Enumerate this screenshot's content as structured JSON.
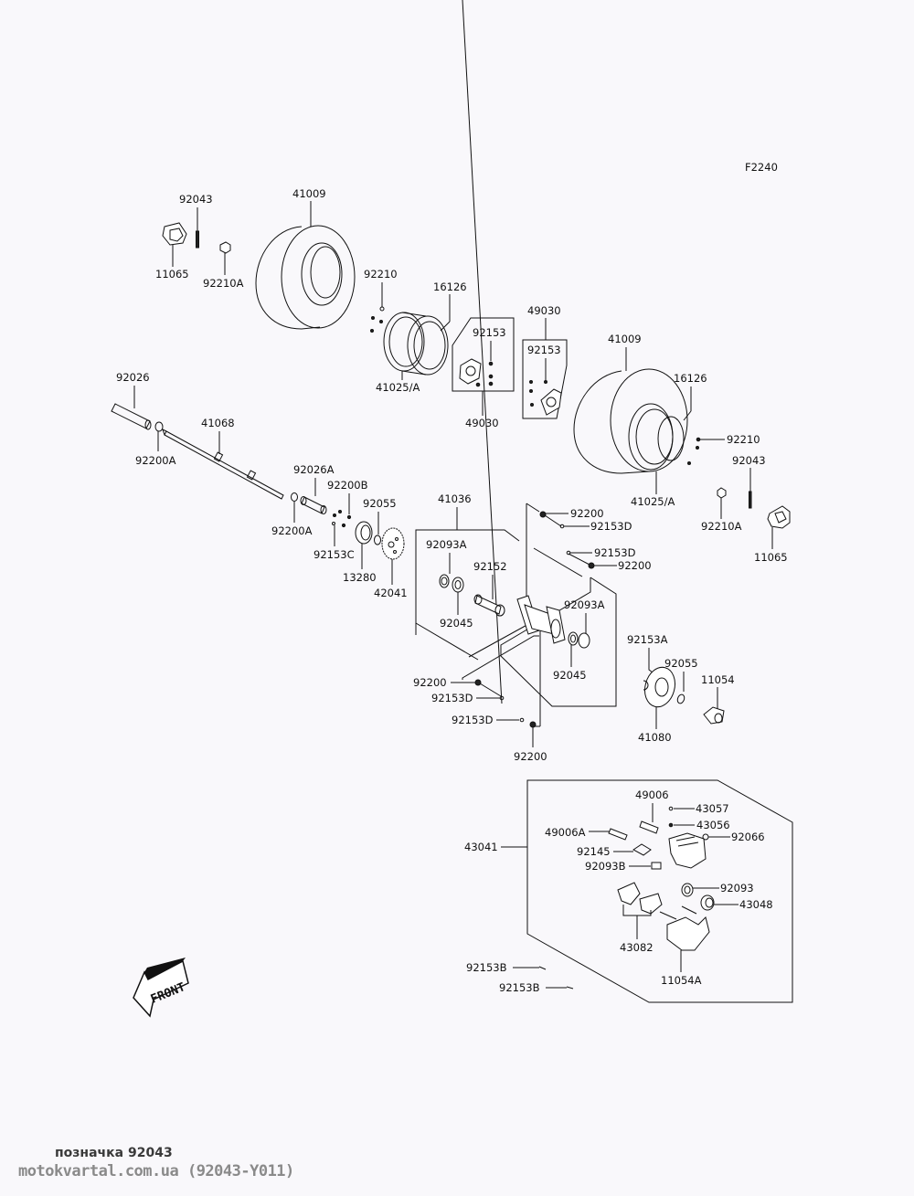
{
  "diagram": {
    "code": "F2240",
    "front_label": "FRONT",
    "labels": {
      "p92043_l": "92043",
      "p11065_l": "11065",
      "p92210A_l": "92210A",
      "p41009_l": "41009",
      "p92210_l": "92210",
      "p16126_l": "16126",
      "p41025A_l": "41025/A",
      "p92153_box1": "92153",
      "p49030_box1": "49030",
      "p49030_top": "49030",
      "p92153_box2": "92153",
      "p41009_r": "41009",
      "p16126_r": "16126",
      "p92210_r": "92210",
      "p41025A_r": "41025/A",
      "p92043_r": "92043",
      "p92210A_r": "92210A",
      "p11065_r": "11065",
      "p92026": "92026",
      "p92200A_1": "92200A",
      "p41068": "41068",
      "p92026A": "92026A",
      "p92200B": "92200B",
      "p92055_l": "92055",
      "p92200A_2": "92200A",
      "p92153C": "92153C",
      "p13280": "13280",
      "p42041": "42041",
      "p41036": "41036",
      "p92093A_1": "92093A",
      "p92152": "92152",
      "p92045_1": "92045",
      "p92200_a": "92200",
      "p92153D_a": "92153D",
      "p92153D_b": "92153D",
      "p92200_b": "92200",
      "p92093A_2": "92093A",
      "p92045_2": "92045",
      "p92200_c": "92200",
      "p92153D_c": "92153D",
      "p92153D_d": "92153D",
      "p92200_d": "92200",
      "p92153A": "92153A",
      "p92055_r": "92055",
      "p11054": "11054",
      "p41080": "41080",
      "p43041": "43041",
      "p49006": "49006",
      "p43057": "43057",
      "p43056": "43056",
      "p49006A": "49006A",
      "p92066": "92066",
      "p92145": "92145",
      "p92093B": "92093B",
      "p92093": "92093",
      "p43048": "43048",
      "p43082": "43082",
      "p11054A": "11054A",
      "p92153B_1": "92153B",
      "p92153B_2": "92153B"
    }
  },
  "caption": {
    "line1": "позначка 92043",
    "line2": "motokvartal.com.ua (92043-Y011)"
  }
}
